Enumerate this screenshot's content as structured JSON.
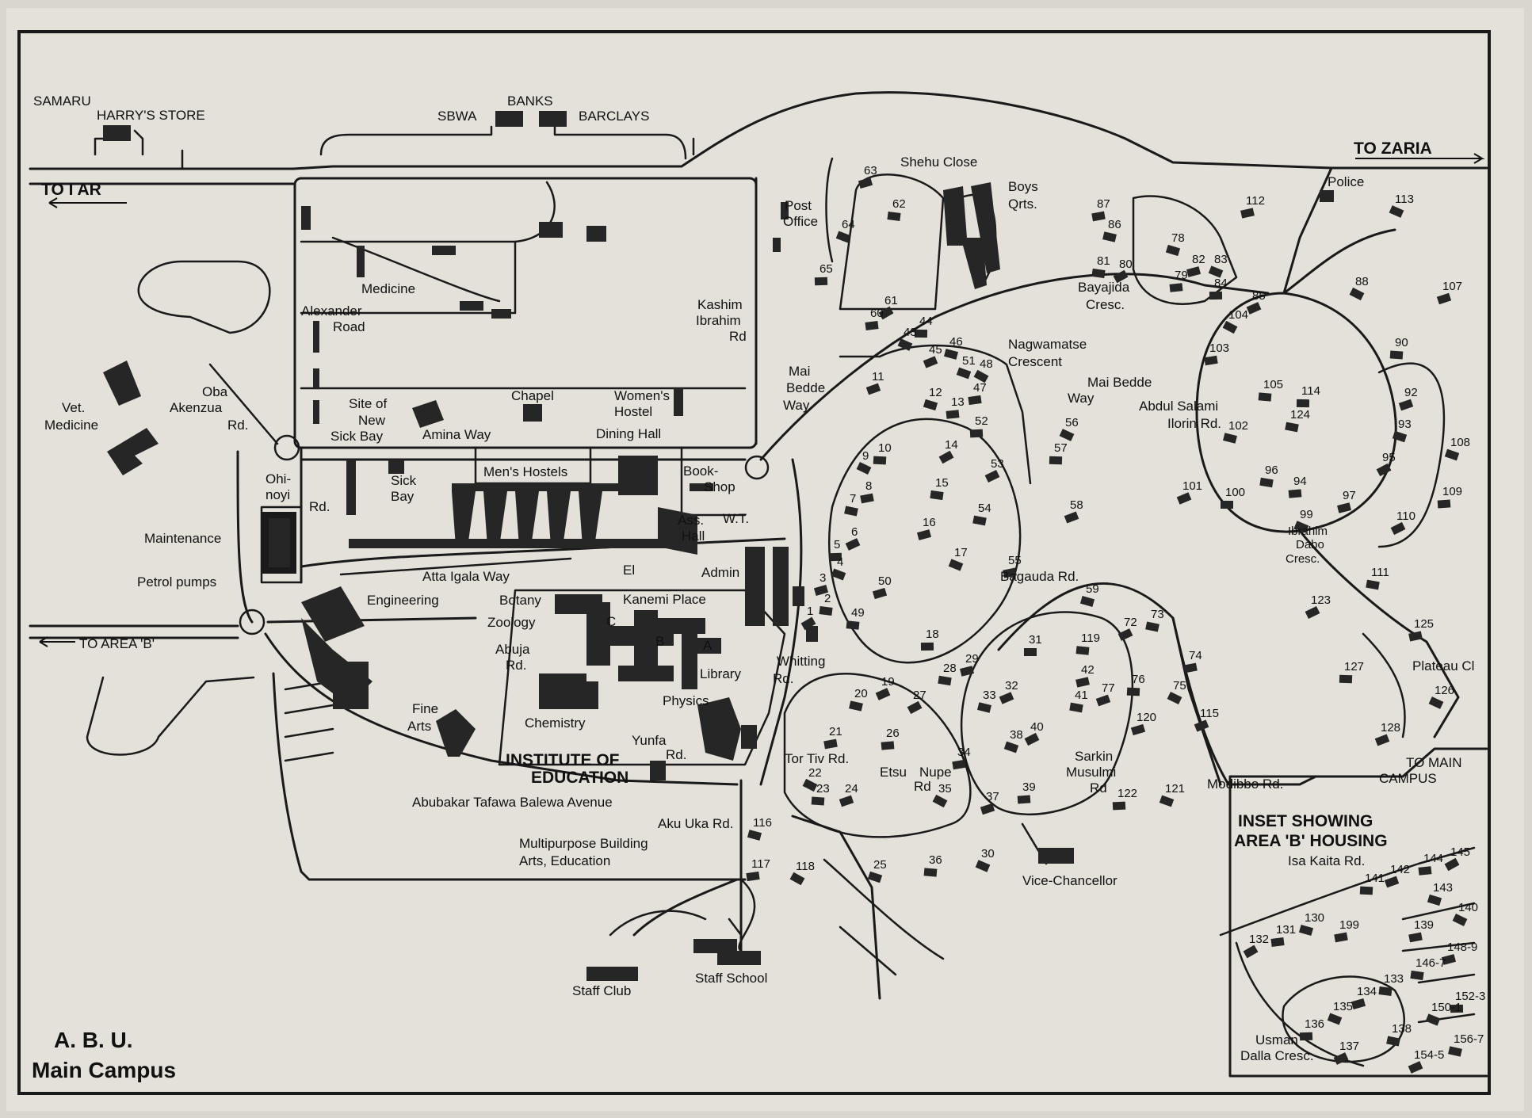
{
  "map": {
    "title_line1": "A. B. U.",
    "title_line2": "Main Campus",
    "inset_title_line1": "INSET SHOWING",
    "inset_title_line2": "AREA 'B' HOUSING"
  },
  "directions": {
    "to_zaria": "TO ZARIA",
    "to_iar": "TO I AR",
    "to_area_b": "TO AREA 'B'",
    "to_main_campus_1": "TO MAIN",
    "to_main_campus_2": "CAMPUS"
  },
  "places": {
    "samaru": "SAMARU",
    "harrys_store": "HARRY'S STORE",
    "banks": "BANKS",
    "sbwa": "SBWA",
    "barclays": "BARCLAYS",
    "medicine": "Medicine",
    "vet_medicine_1": "Vet.",
    "vet_medicine_2": "Medicine",
    "alexander_road_1": "Alexander",
    "alexander_road_2": "Road",
    "site_new_sick_bay_1": "Site of",
    "site_new_sick_bay_2": "New",
    "site_new_sick_bay_3": "Sick Bay",
    "amina_way": "Amina  Way",
    "chapel": "Chapel",
    "womens_hostel_1": "Women's",
    "womens_hostel_2": "Hostel",
    "dining_hall": "Dining Hall",
    "mens_hostels": "Men's Hostels",
    "book_shop_1": "Book-",
    "book_shop_2": "Shop",
    "sick_bay_1": "Sick",
    "sick_bay_2": "Bay",
    "ohinoyi_1": "Ohi-",
    "ohinoyi_2": "noyi",
    "ohinoyi_3": "Rd.",
    "oba_akenzua_1": "Oba",
    "oba_akenzua_2": "Akenzua",
    "oba_akenzua_3": "Rd.",
    "maintenance": "Maintenance",
    "petrol_pumps": "Petrol pumps",
    "atta_igala_way": "Atta Igala Way",
    "engineering": "Engineering",
    "botany": "Botany",
    "zoology": "Zoology",
    "abuja_rd_1": "Abuja",
    "abuja_rd_2": "Rd.",
    "el_kanemi_1": "El",
    "el_kanemi_2": "Kanemi  Place",
    "ass_hall_1": "Ass.",
    "ass_hall_2": "Hall",
    "wt": "W.T.",
    "admin": "Admin",
    "library": "Library",
    "physics": "Physics",
    "chemistry": "Chemistry",
    "fine_arts_1": "Fine",
    "fine_arts_2": "Arts",
    "yunfa_rd_1": "Yunfa",
    "yunfa_rd_2": "Rd.",
    "institute_1": "INSTITUTE OF",
    "institute_2": "EDUCATION",
    "abubakar_avenue": "Abubakar Tafawa Balewa Avenue",
    "aku_uka_rd": "Aku Uka  Rd.",
    "multipurpose_1": "Multipurpose Building",
    "multipurpose_2": "Arts, Education",
    "staff_club": "Staff Club",
    "staff_school": "Staff School",
    "whitting_rd_1": "Whitting",
    "whitting_rd_2": "Rd.",
    "kashim_ibrahim_1": "Kashim",
    "kashim_ibrahim_2": "Ibrahim",
    "kashim_ibrahim_3": "Rd",
    "post_office_1": "Post",
    "post_office_2": "Office",
    "shehu_close": "Shehu Close",
    "boys_qrts_1": "Boys",
    "boys_qrts_2": "Qrts.",
    "mai_bedde_way_left_1": "Mai",
    "mai_bedde_way_left_2": "Bedde",
    "mai_bedde_way_left_3": "Way",
    "nagwamatse_1": "Nagwamatse",
    "nagwamatse_2": "Crescent",
    "bayajida_1": "Bayajida",
    "bayajida_2": "Cresc.",
    "mai_bedde_way_right_1": "Mai Bedde",
    "mai_bedde_way_right_2": "Way",
    "abdul_salami_1": "Abdul Salami",
    "abdul_salami_2": "Ilorin Rd.",
    "police": "Police",
    "ibrahim_dabo_1": "Ibrahim",
    "ibrahim_dabo_2": "Dabo",
    "ibrahim_dabo_3": "Cresc.",
    "bagauda_rd": "Bagauda Rd.",
    "plateau_cl": "Plateau Cl",
    "modibbo_rd": "Modibbo Rd.",
    "tor_tiv_rd": "Tor Tiv Rd.",
    "etsu_nupe_1": "Etsu",
    "etsu_nupe_2": "Nupe",
    "etsu_nupe_3": "Rd",
    "sarkin_musulmi_1": "Sarkin",
    "sarkin_musulmi_2": "Musulmi",
    "sarkin_musulmi_3": "Rd",
    "vice_chancellor": "Vice-Chancellor",
    "isa_kaita_rd": "Isa Kaita Rd.",
    "usman_dalla_1": "Usman",
    "usman_dalla_2": "Dalla Cresc.",
    "label_a": "A",
    "label_b": "B",
    "label_c": "C"
  },
  "house_numbers": [
    {
      "n": "1"
    },
    {
      "n": "2"
    },
    {
      "n": "3"
    },
    {
      "n": "4"
    },
    {
      "n": "5"
    },
    {
      "n": "6"
    },
    {
      "n": "7"
    },
    {
      "n": "8"
    },
    {
      "n": "9"
    },
    {
      "n": "10"
    },
    {
      "n": "11"
    },
    {
      "n": "12"
    },
    {
      "n": "13"
    },
    {
      "n": "14"
    },
    {
      "n": "15"
    },
    {
      "n": "16"
    },
    {
      "n": "17"
    },
    {
      "n": "18"
    },
    {
      "n": "19"
    },
    {
      "n": "20"
    },
    {
      "n": "21"
    },
    {
      "n": "22"
    },
    {
      "n": "23"
    },
    {
      "n": "24"
    },
    {
      "n": "25"
    },
    {
      "n": "26"
    },
    {
      "n": "27"
    },
    {
      "n": "28"
    },
    {
      "n": "29"
    },
    {
      "n": "30"
    },
    {
      "n": "31"
    },
    {
      "n": "32"
    },
    {
      "n": "33"
    },
    {
      "n": "34"
    },
    {
      "n": "35"
    },
    {
      "n": "36"
    },
    {
      "n": "37"
    },
    {
      "n": "38"
    },
    {
      "n": "39"
    },
    {
      "n": "40"
    },
    {
      "n": "41"
    },
    {
      "n": "42"
    },
    {
      "n": "43"
    },
    {
      "n": "44"
    },
    {
      "n": "45"
    },
    {
      "n": "46"
    },
    {
      "n": "47"
    },
    {
      "n": "48"
    },
    {
      "n": "49"
    },
    {
      "n": "50"
    },
    {
      "n": "51"
    },
    {
      "n": "52"
    },
    {
      "n": "53"
    },
    {
      "n": "54"
    },
    {
      "n": "55"
    },
    {
      "n": "56"
    },
    {
      "n": "57"
    },
    {
      "n": "58"
    },
    {
      "n": "59"
    },
    {
      "n": "60"
    },
    {
      "n": "61"
    },
    {
      "n": "62"
    },
    {
      "n": "63"
    },
    {
      "n": "64"
    },
    {
      "n": "65"
    },
    {
      "n": "72"
    },
    {
      "n": "73"
    },
    {
      "n": "74"
    },
    {
      "n": "75"
    },
    {
      "n": "76"
    },
    {
      "n": "77"
    },
    {
      "n": "78"
    },
    {
      "n": "79"
    },
    {
      "n": "80"
    },
    {
      "n": "81"
    },
    {
      "n": "82"
    },
    {
      "n": "83"
    },
    {
      "n": "84"
    },
    {
      "n": "85"
    },
    {
      "n": "86"
    },
    {
      "n": "87"
    },
    {
      "n": "88"
    },
    {
      "n": "90"
    },
    {
      "n": "92"
    },
    {
      "n": "93"
    },
    {
      "n": "94"
    },
    {
      "n": "95"
    },
    {
      "n": "96"
    },
    {
      "n": "97"
    },
    {
      "n": "99"
    },
    {
      "n": "100"
    },
    {
      "n": "101"
    },
    {
      "n": "102"
    },
    {
      "n": "103"
    },
    {
      "n": "104"
    },
    {
      "n": "105"
    },
    {
      "n": "107"
    },
    {
      "n": "108"
    },
    {
      "n": "109"
    },
    {
      "n": "110"
    },
    {
      "n": "111"
    },
    {
      "n": "112"
    },
    {
      "n": "113"
    },
    {
      "n": "114"
    },
    {
      "n": "115"
    },
    {
      "n": "116"
    },
    {
      "n": "117"
    },
    {
      "n": "118"
    },
    {
      "n": "119"
    },
    {
      "n": "120"
    },
    {
      "n": "121"
    },
    {
      "n": "122"
    },
    {
      "n": "123"
    },
    {
      "n": "124"
    },
    {
      "n": "125"
    },
    {
      "n": "126"
    },
    {
      "n": "127"
    },
    {
      "n": "128"
    },
    {
      "n": "130"
    },
    {
      "n": "131"
    },
    {
      "n": "132"
    },
    {
      "n": "133"
    },
    {
      "n": "134"
    },
    {
      "n": "135"
    },
    {
      "n": "136"
    },
    {
      "n": "137"
    },
    {
      "n": "138"
    },
    {
      "n": "139"
    },
    {
      "n": "140"
    },
    {
      "n": "141"
    },
    {
      "n": "142"
    },
    {
      "n": "143"
    },
    {
      "n": "144"
    },
    {
      "n": "145"
    },
    {
      "n": "146-7"
    },
    {
      "n": "148-9"
    },
    {
      "n": "150-1"
    },
    {
      "n": "152-3"
    },
    {
      "n": "154-5"
    },
    {
      "n": "156-7"
    },
    {
      "n": "199"
    }
  ],
  "colors": {
    "paper": "#e4e1da",
    "ink": "#1a1a1a",
    "background": "#d9d6cf"
  }
}
